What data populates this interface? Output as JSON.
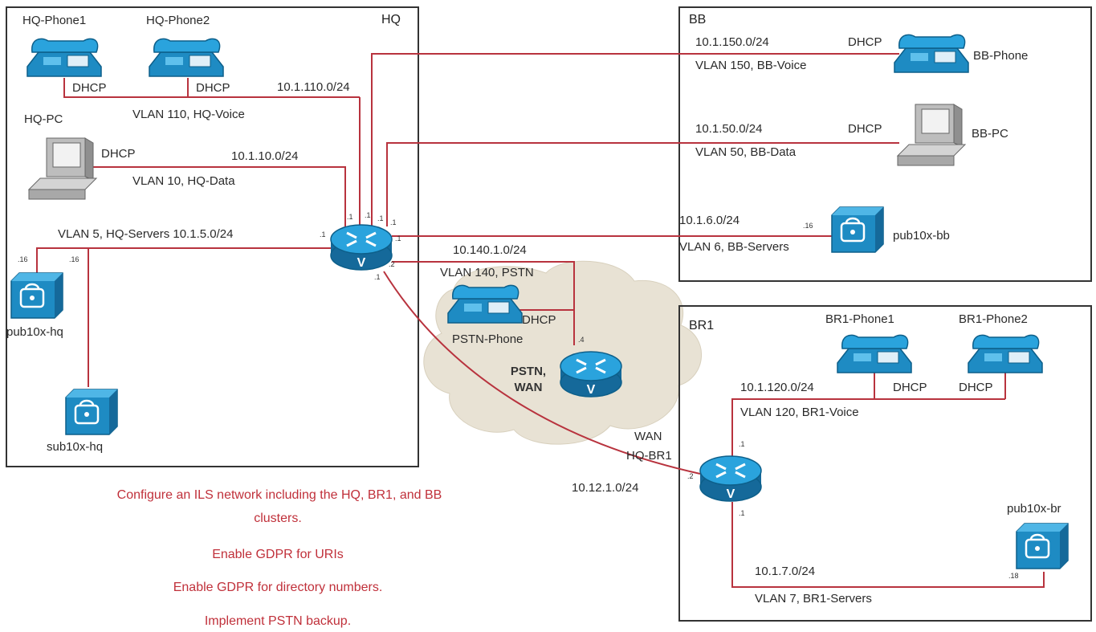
{
  "sites": {
    "hq": "HQ",
    "bb": "BB",
    "br1": "BR1"
  },
  "devices": {
    "hq_phone1": "HQ-Phone1",
    "hq_phone2": "HQ-Phone2",
    "hq_pc": "HQ-PC",
    "pub_hq": "pub10x-hq",
    "sub_hq": "sub10x-hq",
    "bb_phone": "BB-Phone",
    "bb_pc": "BB-PC",
    "pub_bb": "pub10x-bb",
    "pstn_phone": "PSTN-Phone",
    "pstn_router": "PSTN,\nWAN",
    "br1_phone1": "BR1-Phone1",
    "br1_phone2": "BR1-Phone2",
    "pub_br": "pub10x-br"
  },
  "labels": {
    "dhcp": "DHCP",
    "net_110": "10.1.110.0/24",
    "vlan_110": "VLAN 110, HQ-Voice",
    "net_10": "10.1.10.0/24",
    "vlan_10": "VLAN 10, HQ-Data",
    "vlan_5": "VLAN 5, HQ-Servers 10.1.5.0/24",
    "net_150": "10.1.150.0/24",
    "vlan_150": "VLAN 150, BB-Voice",
    "net_50": "10.1.50.0/24",
    "vlan_50": "VLAN 50, BB-Data",
    "net_6": "10.1.6.0/24",
    "vlan_6": "VLAN 6, BB-Servers",
    "net_140": "10.140.1.0/24",
    "vlan_140": "VLAN 140, PSTN",
    "wan": "WAN",
    "wan_hq_br1": "HQ-BR1",
    "net_12": "10.12.1.0/24",
    "net_120": "10.1.120.0/24",
    "vlan_120": "VLAN 120, BR1-Voice",
    "net_7": "10.1.7.0/24",
    "vlan_7": "VLAN 7, BR1-Servers"
  },
  "host_ids": {
    "r1": ".1",
    "r2": ".2",
    "r4": ".4",
    "h16": ".16",
    "h18": ".18"
  },
  "tasks": [
    "Configure an ILS network including the HQ, BR1, and BB",
    "clusters.",
    "Enable GDPR for URIs",
    "Enable GDPR for directory numbers.",
    "Implement PSTN backup."
  ],
  "colors": {
    "link": "#b8333e",
    "device": "#1f8fc8",
    "task_text": "#c0303a",
    "cloud": "#e8e2d4"
  }
}
